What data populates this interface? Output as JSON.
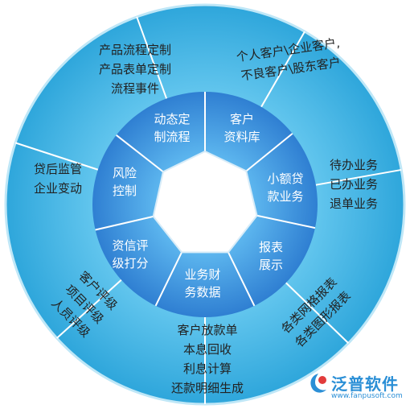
{
  "colors": {
    "outer_ring": "#3fb3e3",
    "inner_ring": "#3a86d8",
    "inner_ring_light": "#4ab0ec",
    "divider": "#ffffff",
    "brand": "#2b8fd6"
  },
  "inner_segments": [
    {
      "lines": [
        "动态定",
        "制流程"
      ]
    },
    {
      "lines": [
        "客户",
        "资料库"
      ]
    },
    {
      "lines": [
        "小额贷",
        "款业务"
      ]
    },
    {
      "lines": [
        "报表",
        "展示"
      ]
    },
    {
      "lines": [
        "业务财",
        "务数据"
      ]
    },
    {
      "lines": [
        "资信评",
        "级打分"
      ]
    },
    {
      "lines": [
        "风险",
        "控制"
      ]
    }
  ],
  "outer_segments": [
    {
      "lines": [
        "产品流程定制",
        "产品表单定制",
        "流程事件"
      ]
    },
    {
      "lines": [
        "个人客户\\企业客户,",
        "不良客户\\股东客户"
      ]
    },
    {
      "lines": [
        "待办业务",
        "已办业务",
        "退单业务"
      ]
    },
    {
      "lines": [
        "各类网格报表",
        "各类图形报表"
      ]
    },
    {
      "lines": [
        "客户放款单",
        "本息回收",
        "利息计算",
        "还款明细生成"
      ]
    },
    {
      "lines": [
        "客户评级",
        "项目评级",
        "人员评级"
      ]
    },
    {
      "lines": [
        "贷后监管",
        "企业变动"
      ]
    }
  ],
  "logo": {
    "name": "泛普软件",
    "url": "www.fanpusoft.com",
    "icon": "fanpu-logo-icon"
  }
}
